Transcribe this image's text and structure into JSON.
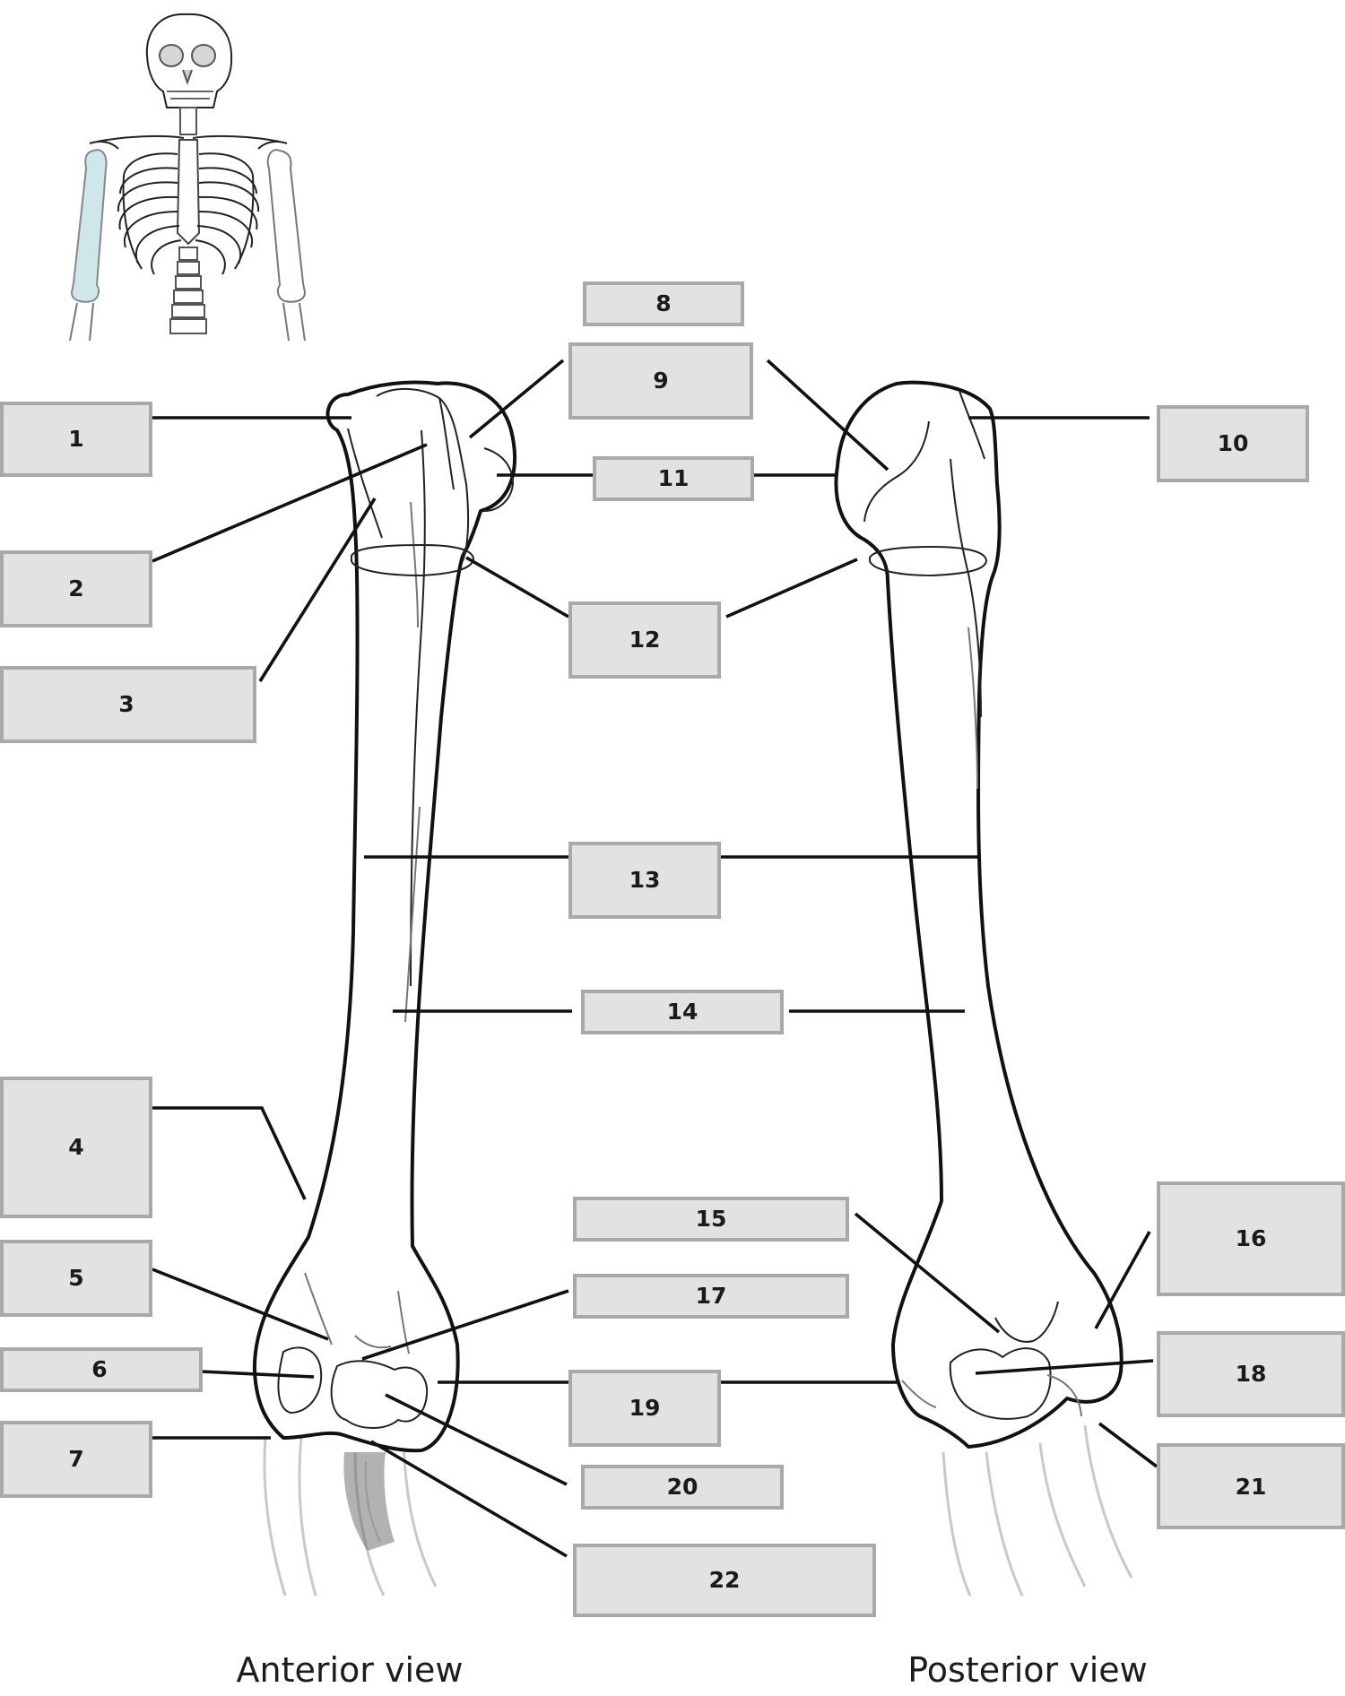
{
  "diagram": {
    "highlight_color": "#cfe6ea",
    "box_fill": "#e2e2e2",
    "box_border": "#a9a9a9",
    "views": [
      {
        "id": "anterior",
        "label": "Anterior view"
      },
      {
        "id": "posterior",
        "label": "Posterior view"
      }
    ],
    "labels": [
      {
        "id": "1",
        "text": "1"
      },
      {
        "id": "2",
        "text": "2"
      },
      {
        "id": "3",
        "text": "3"
      },
      {
        "id": "4",
        "text": "4"
      },
      {
        "id": "5",
        "text": "5"
      },
      {
        "id": "6",
        "text": "6"
      },
      {
        "id": "7",
        "text": "7"
      },
      {
        "id": "8",
        "text": "8"
      },
      {
        "id": "9",
        "text": "9"
      },
      {
        "id": "10",
        "text": "10"
      },
      {
        "id": "11",
        "text": "11"
      },
      {
        "id": "12",
        "text": "12"
      },
      {
        "id": "13",
        "text": "13"
      },
      {
        "id": "14",
        "text": "14"
      },
      {
        "id": "15",
        "text": "15"
      },
      {
        "id": "16",
        "text": "16"
      },
      {
        "id": "17",
        "text": "17"
      },
      {
        "id": "18",
        "text": "18"
      },
      {
        "id": "19",
        "text": "19"
      },
      {
        "id": "20",
        "text": "20"
      },
      {
        "id": "21",
        "text": "21"
      },
      {
        "id": "22",
        "text": "22"
      }
    ]
  }
}
